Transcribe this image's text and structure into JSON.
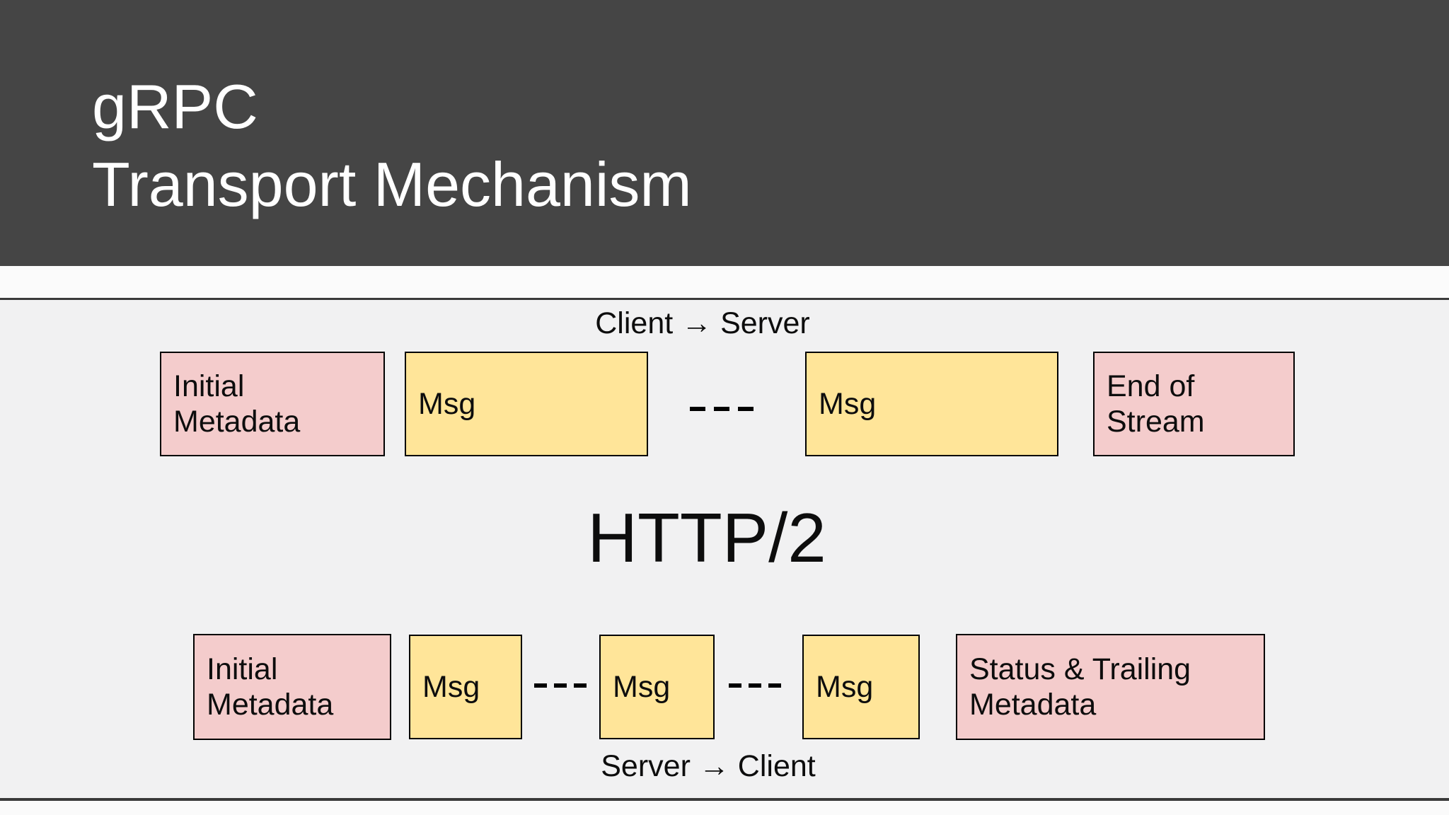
{
  "slide": {
    "title": {
      "line1": "gRPC",
      "line2": "Transport Mechanism"
    },
    "http2_label": "HTTP/2",
    "client_to_server": {
      "direction_label": "Client → Server",
      "sequence": [
        {
          "type": "metadata",
          "label": "Initial Metadata"
        },
        {
          "type": "message",
          "label": "Msg"
        },
        {
          "type": "dashes"
        },
        {
          "type": "message",
          "label": "Msg"
        },
        {
          "type": "metadata",
          "label": "End of Stream"
        }
      ]
    },
    "server_to_client": {
      "direction_label": "Server → Client",
      "sequence": [
        {
          "type": "metadata",
          "label": "Initial Metadata"
        },
        {
          "type": "message",
          "label": "Msg"
        },
        {
          "type": "dashes"
        },
        {
          "type": "message",
          "label": "Msg"
        },
        {
          "type": "dashes"
        },
        {
          "type": "message",
          "label": "Msg"
        },
        {
          "type": "metadata",
          "label": "Status & Trailing Metadata"
        }
      ]
    },
    "colors": {
      "header_bg": "#454545",
      "title_text": "#ffffff",
      "body_bg": "#f1f1f2",
      "strip_bg": "#fbfbfb",
      "footer_bg": "#fafafa",
      "divider": "#3a3a3a",
      "metadata_box_bg": "#f4cccc",
      "message_box_bg": "#ffe599",
      "box_border": "#000000",
      "diagram_text": "#0d0d0d"
    }
  }
}
